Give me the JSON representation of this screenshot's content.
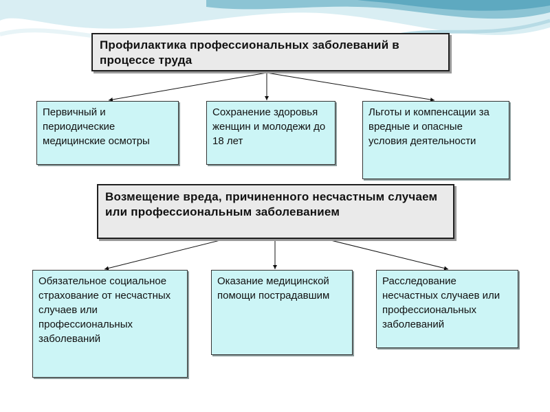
{
  "diagram": {
    "top_title": "Профилактика профессиональных заболеваний в процессе труда",
    "top_children": [
      "Первичный и периодические медицинские осмотры",
      "Сохранение здоровья женщин и молодежи до 18 лет",
      "Льготы и компенсации за вредные и опасные условия деятельности"
    ],
    "bottom_title": "Возмещение вреда, причиненного несчастным случаем или профессиональным заболеванием",
    "bottom_children": [
      "Обязательное социальное страхование от несчастных случаев или профессиональных заболеваний",
      "Оказание медицинской помощи пострадавшим",
      "Расследование несчастных случаев или профессиональных заболеваний"
    ]
  },
  "colors": {
    "header_fill": "#eaeaea",
    "item_fill": "#ccf5f6",
    "wave_dark": "#6fb3c8",
    "wave_light": "#cfe8ef",
    "border": "#1f1f1f"
  }
}
